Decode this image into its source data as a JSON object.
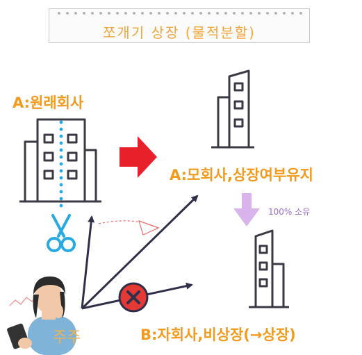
{
  "title": "쪼개기 상장 (물적분할)",
  "labels": {
    "original_company": "A:원래회사",
    "parent_company": "A:모회사,상장여부유지",
    "ownership": "100% 소유",
    "subsidiary": "B:자회사,비상장(→상장)",
    "shareholder": "주주"
  },
  "colors": {
    "title": "#f2a63a",
    "label": "#f29a1d",
    "building": "#3a3a44",
    "split_line": "#29a9e1",
    "red_arrow": "#e8202a",
    "down_arrow": "#d9b3ec",
    "shareholder_arrow": "#2f2f4a",
    "blocked": "#e53935"
  },
  "icons": [
    "building-icon",
    "scissors-icon",
    "red-right-arrow-icon",
    "down-arrow-icon",
    "blocked-x-icon",
    "shareholder-person-icon"
  ]
}
